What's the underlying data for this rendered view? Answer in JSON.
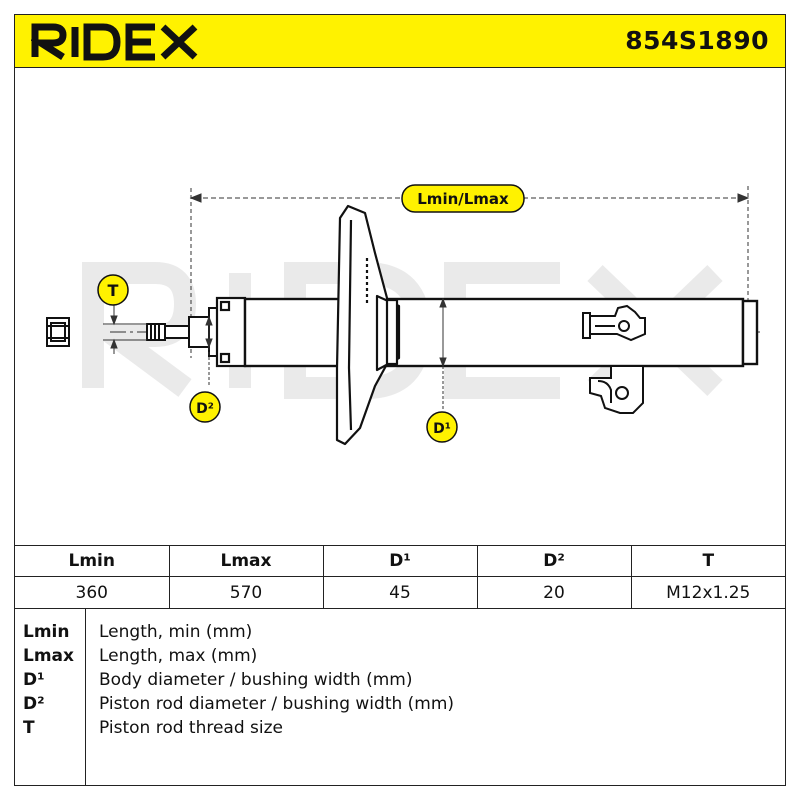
{
  "header": {
    "brand": "RIDEX",
    "part_number": "854S1890",
    "background_color": "#fff200"
  },
  "drawing": {
    "labels": {
      "length": "Lmin/Lmax",
      "thread": "T",
      "rod_diameter": "D²",
      "body_diameter": "D¹"
    },
    "watermark": "RIDEX",
    "label_color": "#fff200"
  },
  "table": {
    "headers": [
      "Lmin",
      "Lmax",
      "D¹",
      "D²",
      "T"
    ],
    "values": [
      "360",
      "570",
      "45",
      "20",
      "M12x1.25"
    ]
  },
  "legend": [
    {
      "key": "Lmin",
      "desc": "Length, min (mm)"
    },
    {
      "key": "Lmax",
      "desc": "Length, max (mm)"
    },
    {
      "key": "D¹",
      "desc": "Body diameter / bushing width (mm)"
    },
    {
      "key": "D²",
      "desc": "Piston rod diameter / bushing width (mm)"
    },
    {
      "key": "T",
      "desc": "Piston rod thread size"
    }
  ]
}
